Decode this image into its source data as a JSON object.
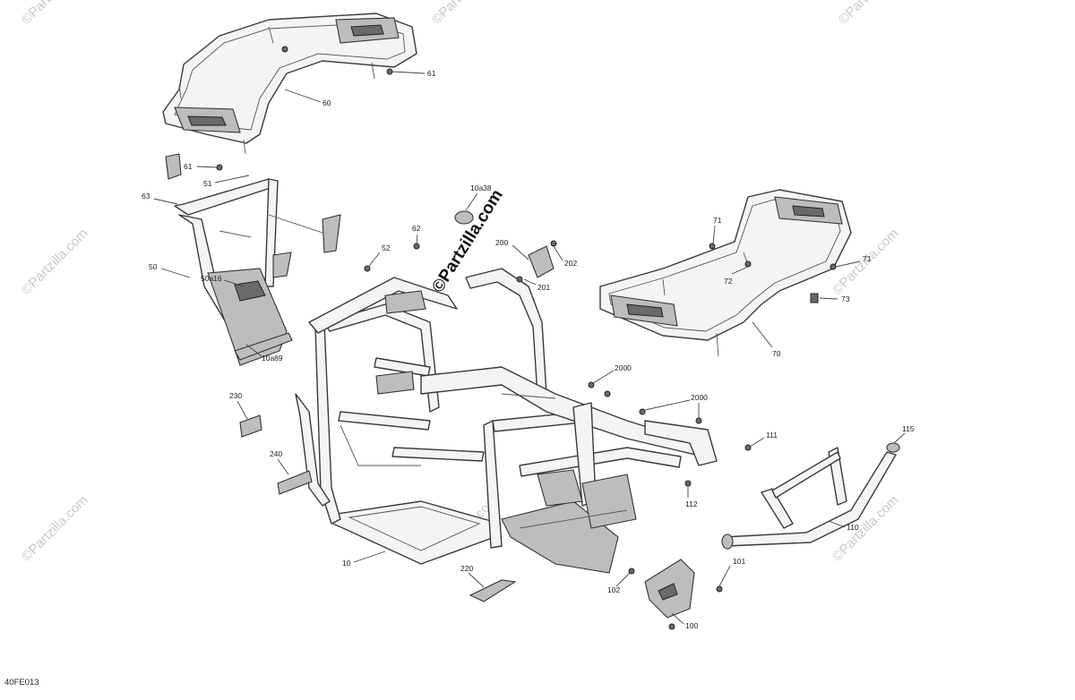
{
  "diagram": {
    "reference_code": "40FE013",
    "watermark_text": "©Partzilla.com",
    "callouts": [
      {
        "id": "c60",
        "label": "60"
      },
      {
        "id": "c61a",
        "label": "61"
      },
      {
        "id": "c61b",
        "label": "61"
      },
      {
        "id": "c51",
        "label": "51"
      },
      {
        "id": "c63",
        "label": "63"
      },
      {
        "id": "c50",
        "label": "50"
      },
      {
        "id": "c50a16",
        "label": "50a16"
      },
      {
        "id": "c10a89",
        "label": "10a89"
      },
      {
        "id": "c52",
        "label": "52"
      },
      {
        "id": "c62",
        "label": "62"
      },
      {
        "id": "c10a38",
        "label": "10a38"
      },
      {
        "id": "c200",
        "label": "200"
      },
      {
        "id": "c201",
        "label": "201"
      },
      {
        "id": "c202",
        "label": "202"
      },
      {
        "id": "c71a",
        "label": "71"
      },
      {
        "id": "c71b",
        "label": "71"
      },
      {
        "id": "c72",
        "label": "72"
      },
      {
        "id": "c73",
        "label": "73"
      },
      {
        "id": "c70",
        "label": "70"
      },
      {
        "id": "c2000a",
        "label": "2000"
      },
      {
        "id": "c2000b",
        "label": "2000"
      },
      {
        "id": "c111",
        "label": "111"
      },
      {
        "id": "c112",
        "label": "112"
      },
      {
        "id": "c115",
        "label": "115"
      },
      {
        "id": "c110",
        "label": "110"
      },
      {
        "id": "c230",
        "label": "230"
      },
      {
        "id": "c240",
        "label": "240"
      },
      {
        "id": "c10",
        "label": "10"
      },
      {
        "id": "c220",
        "label": "220"
      },
      {
        "id": "c101",
        "label": "101"
      },
      {
        "id": "c102",
        "label": "102"
      },
      {
        "id": "c100",
        "label": "100"
      }
    ]
  }
}
